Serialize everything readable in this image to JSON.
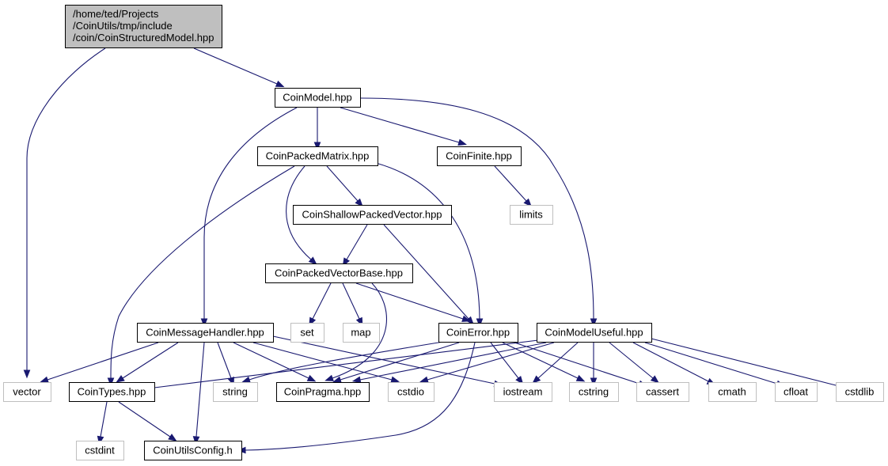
{
  "colors": {
    "edge": "#191970",
    "root_fill": "#bfbfbf",
    "node_border": "#000000",
    "external_border": "#bfbfbf",
    "text": "#000000"
  },
  "nodes": {
    "root": {
      "lines": [
        "/home/ted/Projects",
        "/CoinUtils/tmp/include",
        "/coin/CoinStructuredModel.hpp"
      ],
      "kind": "root"
    },
    "coinmodel": {
      "label": "CoinModel.hpp",
      "kind": "internal"
    },
    "coinpackedmatrix": {
      "label": "CoinPackedMatrix.hpp",
      "kind": "internal"
    },
    "coinfinite": {
      "label": "CoinFinite.hpp",
      "kind": "internal"
    },
    "limits": {
      "label": "limits",
      "kind": "external"
    },
    "coinshallowpackedvector": {
      "label": "CoinShallowPackedVector.hpp",
      "kind": "internal"
    },
    "coinpackedvectorbase": {
      "label": "CoinPackedVectorBase.hpp",
      "kind": "internal"
    },
    "set": {
      "label": "set",
      "kind": "external"
    },
    "map": {
      "label": "map",
      "kind": "external"
    },
    "coinmessagehandler": {
      "label": "CoinMessageHandler.hpp",
      "kind": "internal"
    },
    "coinerror": {
      "label": "CoinError.hpp",
      "kind": "internal"
    },
    "coinmodeluseful": {
      "label": "CoinModelUseful.hpp",
      "kind": "internal"
    },
    "vector": {
      "label": "vector",
      "kind": "external"
    },
    "cointypes": {
      "label": "CoinTypes.hpp",
      "kind": "internal"
    },
    "string": {
      "label": "string",
      "kind": "external"
    },
    "coinpragma": {
      "label": "CoinPragma.hpp",
      "kind": "internal"
    },
    "cstdio": {
      "label": "cstdio",
      "kind": "external"
    },
    "iostream": {
      "label": "iostream",
      "kind": "external"
    },
    "cstring": {
      "label": "cstring",
      "kind": "external"
    },
    "cassert": {
      "label": "cassert",
      "kind": "external"
    },
    "cmath": {
      "label": "cmath",
      "kind": "external"
    },
    "cfloat": {
      "label": "cfloat",
      "kind": "external"
    },
    "cstdlib": {
      "label": "cstdlib",
      "kind": "external"
    },
    "cstdint": {
      "label": "cstdint",
      "kind": "external"
    },
    "coinutilsconfig": {
      "label": "CoinUtilsConfig.h",
      "kind": "internal"
    }
  },
  "edges": [
    [
      "root",
      "vector"
    ],
    [
      "root",
      "coinmodel"
    ],
    [
      "coinmodel",
      "coinpackedmatrix"
    ],
    [
      "coinmodel",
      "coinfinite"
    ],
    [
      "coinmodel",
      "coinmessagehandler"
    ],
    [
      "coinmodel",
      "coinmodeluseful"
    ],
    [
      "coinfinite",
      "limits"
    ],
    [
      "coinpackedmatrix",
      "coinshallowpackedvector"
    ],
    [
      "coinpackedmatrix",
      "coinpackedvectorbase"
    ],
    [
      "coinpackedmatrix",
      "coinerror"
    ],
    [
      "coinpackedmatrix",
      "cointypes"
    ],
    [
      "coinshallowpackedvector",
      "coinpackedvectorbase"
    ],
    [
      "coinshallowpackedvector",
      "coinerror"
    ],
    [
      "coinpackedvectorbase",
      "set"
    ],
    [
      "coinpackedvectorbase",
      "map"
    ],
    [
      "coinpackedvectorbase",
      "coinerror"
    ],
    [
      "coinpackedvectorbase",
      "coinpragma"
    ],
    [
      "coinmessagehandler",
      "vector"
    ],
    [
      "coinmessagehandler",
      "cointypes"
    ],
    [
      "coinmessagehandler",
      "string"
    ],
    [
      "coinmessagehandler",
      "coinpragma"
    ],
    [
      "coinmessagehandler",
      "cstdio"
    ],
    [
      "coinmessagehandler",
      "iostream"
    ],
    [
      "coinmessagehandler",
      "coinutilsconfig"
    ],
    [
      "coinerror",
      "string"
    ],
    [
      "coinerror",
      "coinpragma"
    ],
    [
      "coinerror",
      "iostream"
    ],
    [
      "coinerror",
      "cstring"
    ],
    [
      "coinerror",
      "cassert"
    ],
    [
      "coinerror",
      "coinutilsconfig"
    ],
    [
      "coinmodeluseful",
      "cointypes"
    ],
    [
      "coinmodeluseful",
      "coinpragma"
    ],
    [
      "coinmodeluseful",
      "cstdio"
    ],
    [
      "coinmodeluseful",
      "iostream"
    ],
    [
      "coinmodeluseful",
      "cstring"
    ],
    [
      "coinmodeluseful",
      "cassert"
    ],
    [
      "coinmodeluseful",
      "cmath"
    ],
    [
      "coinmodeluseful",
      "cfloat"
    ],
    [
      "coinmodeluseful",
      "cstdlib"
    ],
    [
      "cointypes",
      "cstdint"
    ],
    [
      "cointypes",
      "coinutilsconfig"
    ]
  ]
}
